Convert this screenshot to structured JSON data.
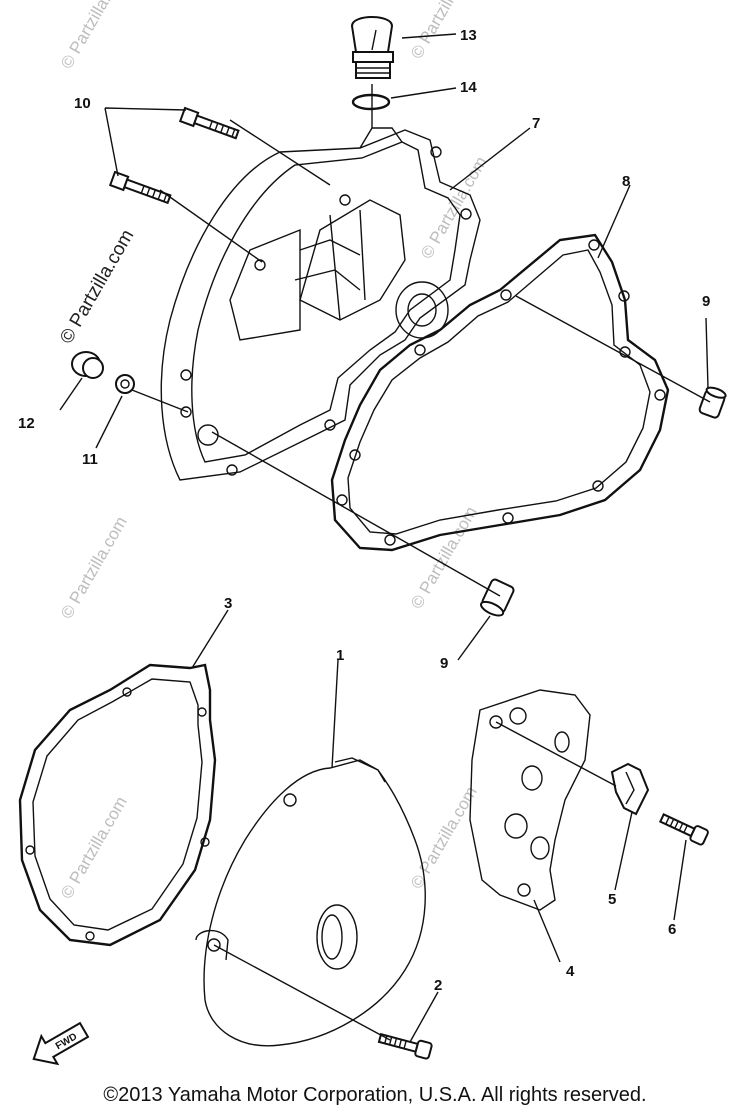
{
  "watermark": {
    "text": "© Partzilla.com",
    "prominent_text": "© Partzilla.com"
  },
  "fwd_arrow_label": "FWD",
  "callouts": {
    "c1": "1",
    "c2": "2",
    "c3": "3",
    "c4": "4",
    "c5": "5",
    "c6": "6",
    "c7": "7",
    "c8": "8",
    "c9a": "9",
    "c9b": "9",
    "c10": "10",
    "c11": "11",
    "c12": "12",
    "c13": "13",
    "c14": "14"
  },
  "copyright": "©2013  Yamaha Motor Corporation, U.S.A. All rights reserved.",
  "colors": {
    "line": "#111111",
    "watermark": "#bdbdbd",
    "background": "#ffffff"
  }
}
